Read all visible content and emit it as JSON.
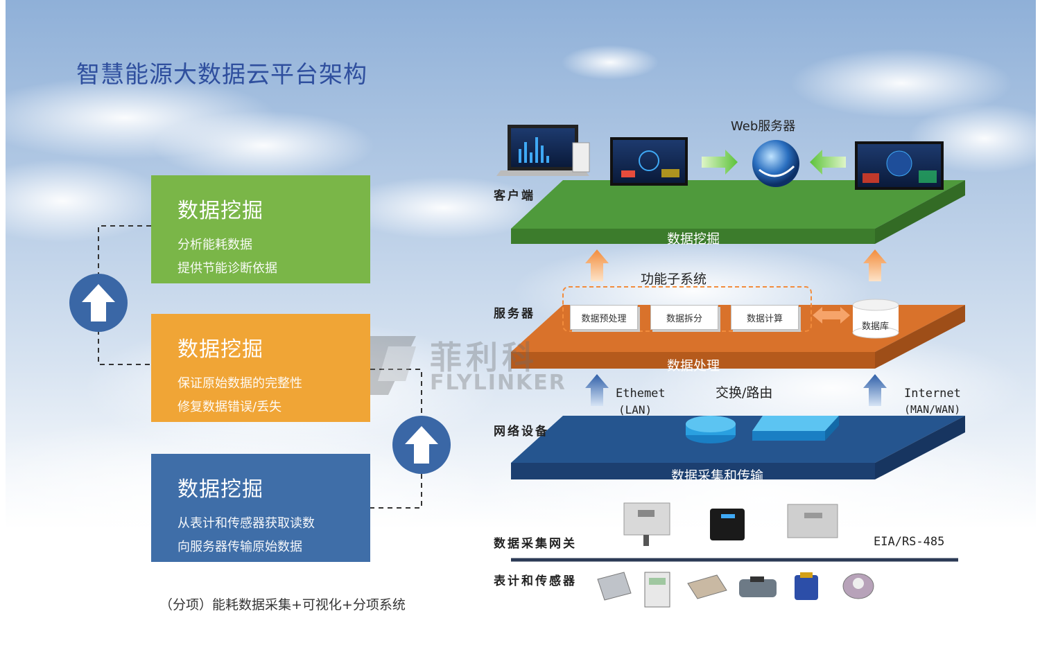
{
  "title": "智慧能源大数据云平台架构",
  "cards": [
    {
      "heading": "数据挖掘",
      "line1": "分析能耗数据",
      "line2": "提供节能诊断依据",
      "color": "#7ab648"
    },
    {
      "heading": "数据挖掘",
      "line1": "保证原始数据的完整性",
      "line2": "修复数据错误/丢失",
      "color": "#f0a536"
    },
    {
      "heading": "数据挖掘",
      "line1": "从表计和传感器获取读数",
      "line2": "向服务器传输原始数据",
      "color": "#3f6ea8"
    }
  ],
  "caption": "（分项）能耗数据采集+可视化+分项系统",
  "watermark": {
    "cn": "菲利科",
    "en": "FLYLINKER"
  },
  "layers": {
    "client_label": "客户端",
    "web_server": "Web服务器",
    "green_platform": "数据挖掘",
    "function_subsystem": "功能子系统",
    "server_label": "服务器",
    "subsystems": [
      "数据预处理",
      "数据拆分",
      "数据计算"
    ],
    "database": "数据库",
    "orange_platform": "数据处理",
    "ethernet": "Ethemet",
    "lan": "(LAN)",
    "switching": "交换/路由",
    "internet": "Internet",
    "wan": "(MAN/WAN)",
    "network_label": "网络设备",
    "blue_platform": "数据采集和传输",
    "gateway_label": "数据采集网关",
    "rs485": "EIA/RS-485",
    "meter_label": "表计和传感器"
  },
  "colors": {
    "green": "#4f9a3c",
    "orange": "#d9722b",
    "blue": "#25558f",
    "arrow_up": "#3f6ea8",
    "arrow_orange": "#f28c3c"
  }
}
